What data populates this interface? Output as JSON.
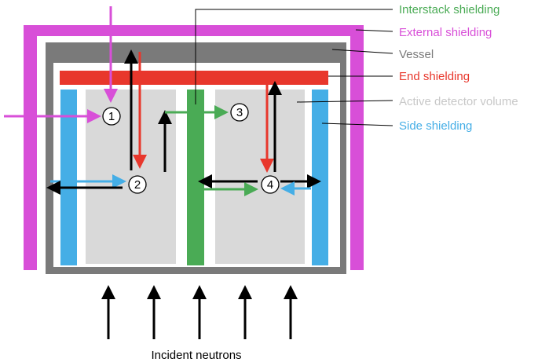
{
  "labels": {
    "interstack": "Interstack shielding",
    "external": "External shielding",
    "vessel": "Vessel",
    "end": "End shielding",
    "active": "Active detector volume",
    "side": "Side shielding",
    "incident": "Incident neutrons"
  },
  "markers": [
    "1",
    "2",
    "3",
    "4"
  ],
  "colors": {
    "external": "#d84fd8",
    "vessel": "#7a7a7a",
    "end": "#e8372c",
    "side": "#45aee6",
    "interstack": "#4aab55",
    "active": "#d9d9d9",
    "active_label": "#c8c8c8",
    "arrow": "#000000"
  }
}
